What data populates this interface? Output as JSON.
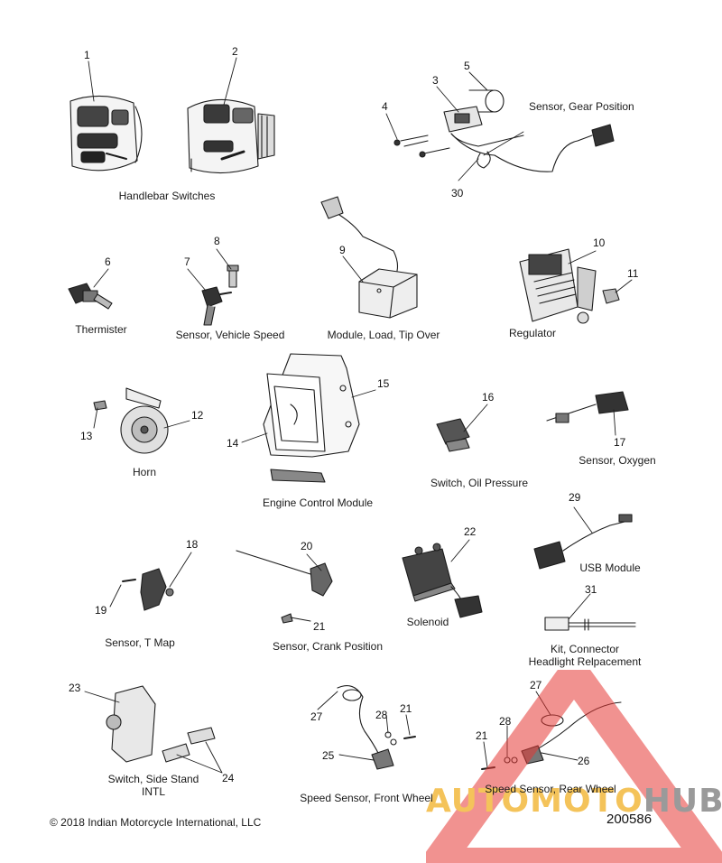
{
  "part_labels": {
    "handlebar_switches": "Handlebar Switches",
    "gear_position_sensor": "Sensor, Gear Position",
    "thermister": "Thermister",
    "vehicle_speed_sensor": "Sensor, Vehicle Speed",
    "tip_over_module": "Module, Load, Tip Over",
    "regulator": "Regulator",
    "horn": "Horn",
    "engine_control_module": "Engine Control Module",
    "oil_pressure_switch": "Switch, Oil Pressure",
    "oxygen_sensor": "Sensor, Oxygen",
    "usb_module": "USB Module",
    "t_map_sensor": "Sensor, T Map",
    "crank_position_sensor": "Sensor, Crank Position",
    "solenoid": "Solenoid",
    "headlight_connector_line1": "Kit, Connector",
    "headlight_connector_line2": "Headlight Relpacement",
    "side_stand_switch_line1": "Switch, Side Stand",
    "side_stand_switch_line2": "INTL",
    "front_wheel_speed_sensor": "Speed Sensor, Front Wheel",
    "rear_wheel_speed_sensor": "Speed Sensor, Rear Wheel"
  },
  "callouts": {
    "c1": "1",
    "c2": "2",
    "c3": "3",
    "c4": "4",
    "c5": "5",
    "c6": "6",
    "c7": "7",
    "c8": "8",
    "c9": "9",
    "c10": "10",
    "c11": "11",
    "c12": "12",
    "c13": "13",
    "c14": "14",
    "c15": "15",
    "c16": "16",
    "c17": "17",
    "c18": "18",
    "c19": "19",
    "c20": "20",
    "c21a": "21",
    "c21b": "21",
    "c21c": "21",
    "c22": "22",
    "c23": "23",
    "c24": "24",
    "c25": "25",
    "c26": "26",
    "c27a": "27",
    "c27b": "27",
    "c28a": "28",
    "c28b": "28",
    "c29": "29",
    "c30": "30",
    "c31": "31"
  },
  "footer": {
    "copyright": "© 2018 Indian Motorcycle International, LLC",
    "figure_number": "200586"
  },
  "watermark": {
    "part1": "AUTOMOTO",
    "part2": "HUB",
    "color_red": "#e53935",
    "color_yellow": "#f4c35a",
    "color_gray": "#9a9a9a"
  }
}
